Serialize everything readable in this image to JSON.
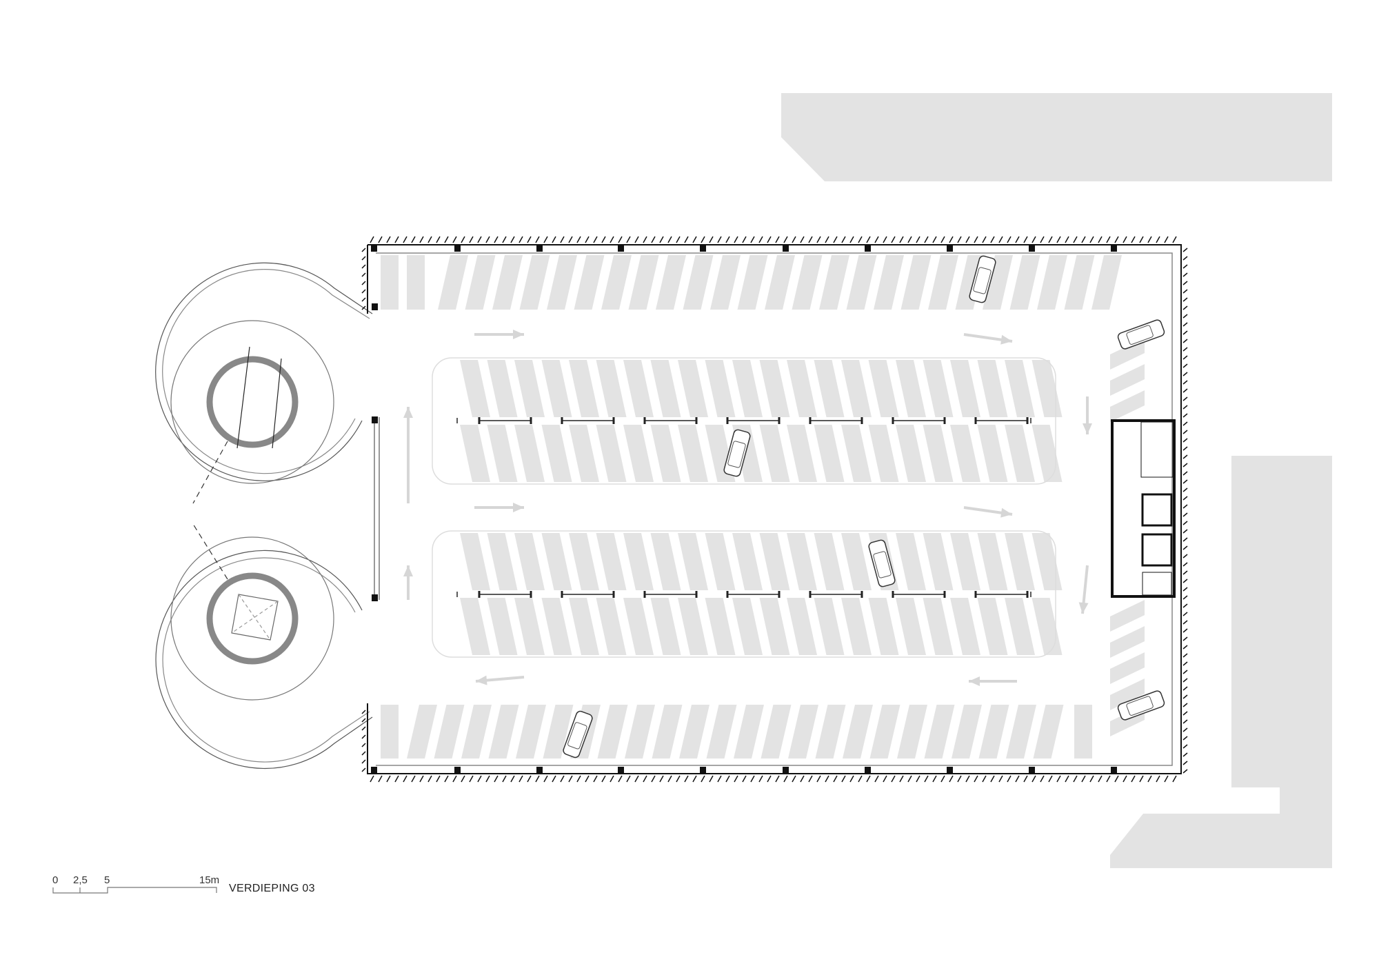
{
  "drawing": {
    "title": "VERDIEPING 03",
    "scale_bar": {
      "labels": [
        "0",
        "2,5",
        "5",
        "15m"
      ]
    }
  },
  "colors": {
    "neighbour_building": "#e3e3e3",
    "parking_stall": "#e3e3e3",
    "wall": "#111111",
    "line": "#555555",
    "arrow": "#d6d6d6"
  }
}
